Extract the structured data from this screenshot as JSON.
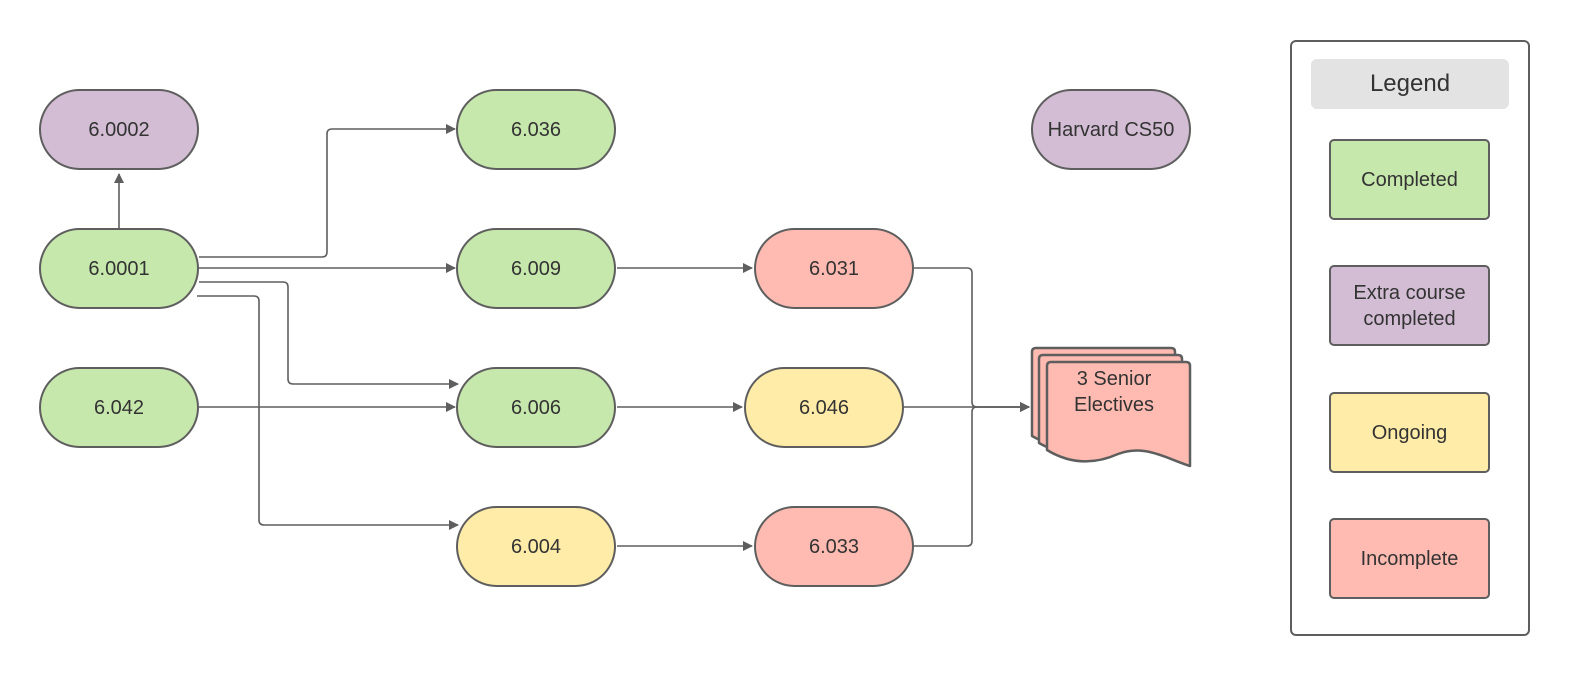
{
  "colors": {
    "completed": "#c7e8ac",
    "extra": "#d3bdd4",
    "ongoing": "#ffeca8",
    "incomplete": "#ffbbb1",
    "stroke": "#5e5e5e",
    "arrow": "#5e5e5e"
  },
  "nodes": {
    "n60002": {
      "label": "6.0002",
      "status": "extra"
    },
    "n6036": {
      "label": "6.036",
      "status": "completed"
    },
    "nCS50": {
      "label": "Harvard CS50",
      "status": "extra"
    },
    "n60001": {
      "label": "6.0001",
      "status": "completed"
    },
    "n6009": {
      "label": "6.009",
      "status": "completed"
    },
    "n6031": {
      "label": "6.031",
      "status": "incomplete"
    },
    "n6042": {
      "label": "6.042",
      "status": "completed"
    },
    "n6006": {
      "label": "6.006",
      "status": "completed"
    },
    "n6046": {
      "label": "6.046",
      "status": "ongoing"
    },
    "n6004": {
      "label": "6.004",
      "status": "ongoing"
    },
    "n6033": {
      "label": "6.033",
      "status": "incomplete"
    }
  },
  "electives": {
    "label_line1": "3 Senior",
    "label_line2": "Electives",
    "status": "incomplete"
  },
  "legend": {
    "title": "Legend",
    "items": [
      {
        "label": "Completed",
        "status": "completed"
      },
      {
        "label": "Extra course completed",
        "status": "extra"
      },
      {
        "label": "Ongoing",
        "status": "ongoing"
      },
      {
        "label": "Incomplete",
        "status": "incomplete"
      }
    ]
  }
}
